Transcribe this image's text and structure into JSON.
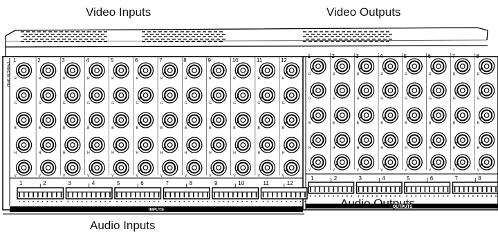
{
  "labels": {
    "video_inputs": "Video Inputs",
    "video_outputs": "Video Outputs",
    "audio_inputs": "Audio Inputs",
    "audio_outputs": "Audio Outputs"
  },
  "panel": {
    "brand": "PRECIS 9RU",
    "inputs_header": "INPUTS",
    "outputs_header": "OUTPUTS",
    "signal_rows": [
      "R",
      "G",
      "B",
      "H",
      "V"
    ],
    "input_channels": [
      "1",
      "2",
      "3",
      "4",
      "5",
      "6",
      "7",
      "8",
      "9",
      "10",
      "11",
      "12"
    ],
    "output_channels": [
      "1",
      "2",
      "3",
      "4",
      "5",
      "6",
      "7",
      "8"
    ],
    "audio_input_pairs": [
      [
        "1",
        "2"
      ],
      [
        "3",
        "4"
      ],
      [
        "5",
        "6"
      ],
      [
        "7",
        "8"
      ],
      [
        "9",
        "10"
      ],
      [
        "11",
        "12"
      ]
    ],
    "audio_output_pairs": [
      [
        "1",
        "2"
      ],
      [
        "3",
        "4"
      ],
      [
        "5",
        "6"
      ],
      [
        "7",
        "8"
      ]
    ],
    "line_color": "#000000",
    "header_color": "#000000"
  }
}
